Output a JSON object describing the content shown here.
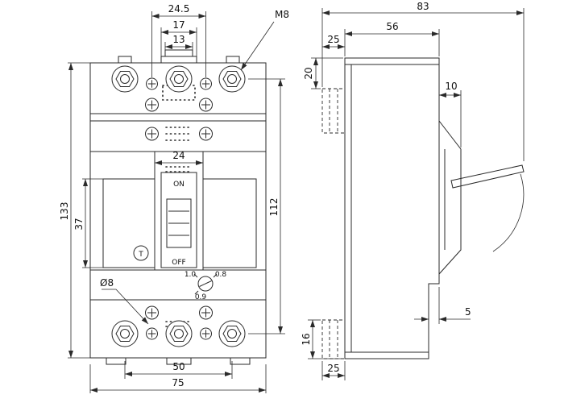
{
  "front_view": {
    "dim_screw_spacing": "24.5",
    "dim_terminal_tab_outer": "17",
    "dim_terminal_tab_inner": "13",
    "callout_terminal_thread": "M8",
    "dim_handle_cutout": "24",
    "dim_overall_height": "133",
    "dim_handle_window": "37",
    "dim_terminal_centers_vertical": "112",
    "callout_mounting_hole": "Ø8",
    "dim_terminal_spacing": "50",
    "dim_overall_width": "75",
    "label_on": "ON",
    "label_off": "OFF",
    "label_test": "T",
    "dial": {
      "max": "1.0",
      "mid": "0.8",
      "min": "0.9"
    }
  },
  "side_view": {
    "dim_overall_depth": "83",
    "dim_body_depth": "56",
    "dim_bracket_top": "25",
    "dim_top_offset": "20",
    "dim_cover_step": "10",
    "dim_bracket_height": "16",
    "dim_base_step": "5",
    "dim_bracket_bottom": "25"
  },
  "colors": {
    "line": "#2a2a2a",
    "background": "#ffffff"
  }
}
